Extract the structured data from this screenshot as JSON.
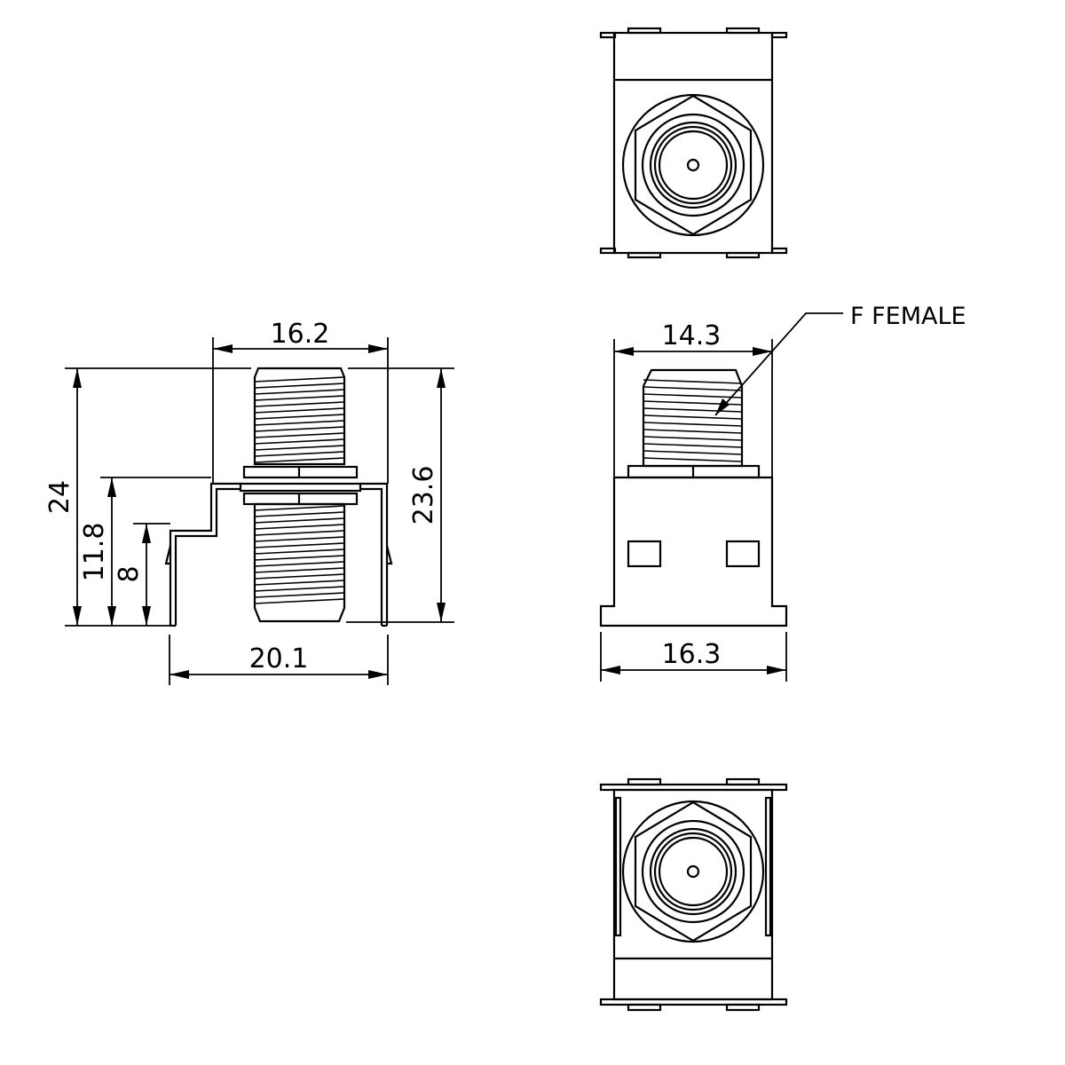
{
  "drawing": {
    "subject": "F-type female-to-female keystone coupler",
    "views": [
      "top-view",
      "side-view",
      "front-view",
      "bottom-view"
    ],
    "line_color": "#000000",
    "background": "#ffffff"
  },
  "side_view": {
    "dims": {
      "top_width": "16.2",
      "bottom_width": "20.1",
      "overall_height_left": "24",
      "flange_height": "11.8",
      "clip_height": "8",
      "overall_height_right": "23.6"
    }
  },
  "front_view": {
    "dims": {
      "upper_width": "14.3",
      "base_width": "16.3"
    },
    "callout": "F FEMALE"
  }
}
